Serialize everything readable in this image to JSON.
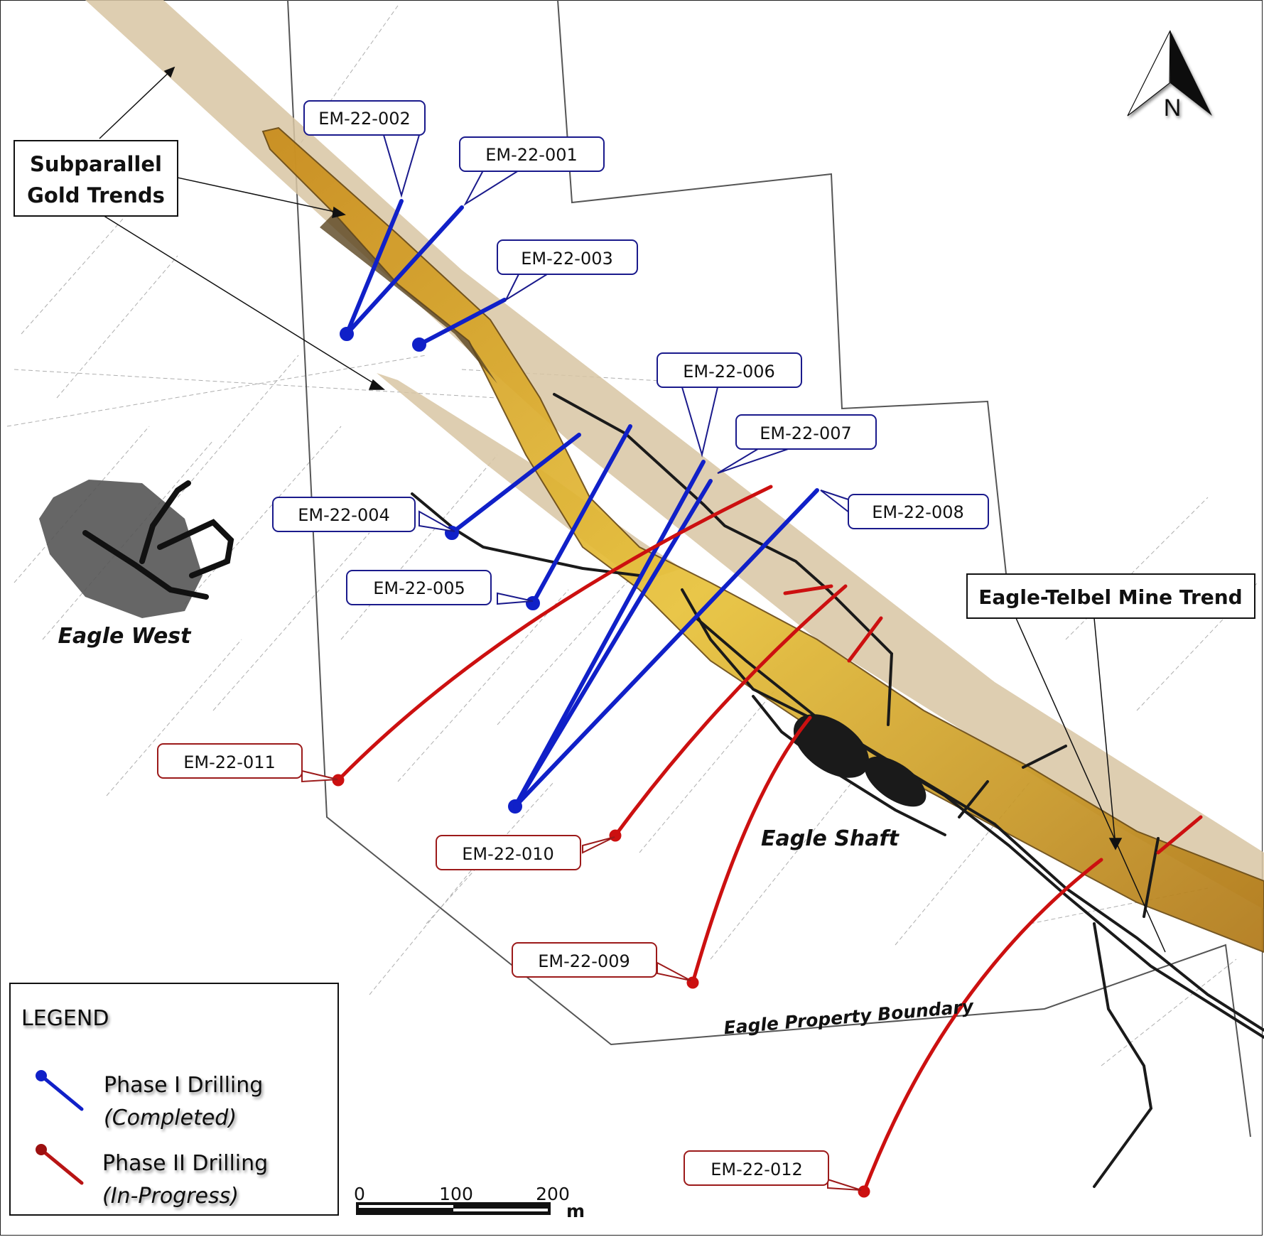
{
  "map": {
    "north_arrow_label": "N",
    "boxed_labels": {
      "subparallel_line1": "Subparallel",
      "subparallel_line2": "Gold Trends",
      "mine_trend": "Eagle-Telbel Mine Trend"
    },
    "place_labels": {
      "eagle_west": "Eagle West",
      "eagle_shaft": "Eagle Shaft",
      "property_boundary": "Eagle Property Boundary"
    },
    "drillholes": [
      {
        "id": "EM-22-001",
        "phase": "Phase I"
      },
      {
        "id": "EM-22-002",
        "phase": "Phase I"
      },
      {
        "id": "EM-22-003",
        "phase": "Phase I"
      },
      {
        "id": "EM-22-004",
        "phase": "Phase I"
      },
      {
        "id": "EM-22-005",
        "phase": "Phase I"
      },
      {
        "id": "EM-22-006",
        "phase": "Phase I"
      },
      {
        "id": "EM-22-007",
        "phase": "Phase I"
      },
      {
        "id": "EM-22-008",
        "phase": "Phase I"
      },
      {
        "id": "EM-22-009",
        "phase": "Phase II"
      },
      {
        "id": "EM-22-010",
        "phase": "Phase II"
      },
      {
        "id": "EM-22-011",
        "phase": "Phase II"
      },
      {
        "id": "EM-22-012",
        "phase": "Phase II"
      }
    ],
    "colors": {
      "phase1": "#1020c8",
      "phase1_border": "#1a1a8c",
      "phase2": "#cc1010",
      "phase2_border": "#9c1a1a",
      "gold_zone": "#d9a32a",
      "trend_plane": "#d9c6a5",
      "workings": "#1a1a1a"
    }
  },
  "legend": {
    "title": "LEGEND",
    "items": [
      {
        "label": "Phase I Drilling",
        "status": "(Completed)"
      },
      {
        "label": "Phase II Drilling",
        "status": "(In-Progress)"
      }
    ]
  },
  "scale_bar": {
    "ticks": [
      "0",
      "100",
      "200"
    ],
    "unit": "m"
  }
}
